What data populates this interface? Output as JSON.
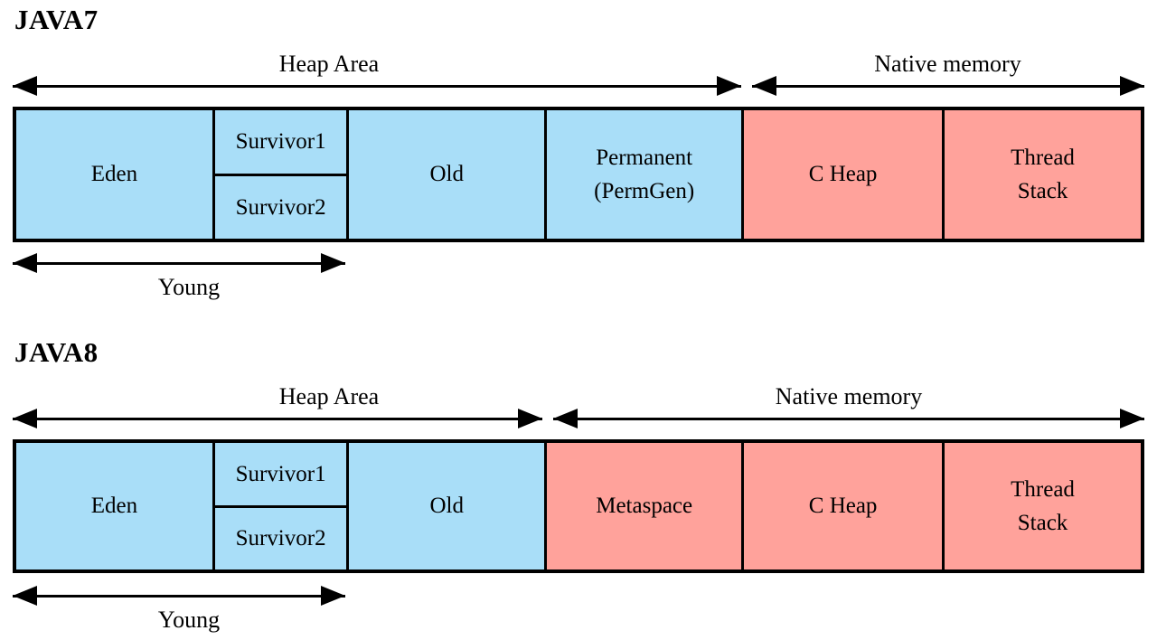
{
  "colors": {
    "heap_fill": "#a9def8",
    "native_fill": "#ffa29b",
    "line": "#000000",
    "background": "#ffffff",
    "text": "#000000"
  },
  "java7": {
    "title": "JAVA7",
    "heap_area_label": "Heap Area",
    "native_memory_label": "Native memory",
    "young_label": "Young",
    "boxes": {
      "eden": {
        "line1": "Eden"
      },
      "survivor1": {
        "line1": "Survivor1"
      },
      "survivor2": {
        "line1": "Survivor2"
      },
      "old": {
        "line1": "Old"
      },
      "permanent": {
        "line1": "Permanent",
        "line2": "(PermGen)"
      },
      "c_heap": {
        "line1": "C Heap"
      },
      "thread_stack": {
        "line1": "Thread",
        "line2": "Stack"
      }
    }
  },
  "java8": {
    "title": "JAVA8",
    "heap_area_label": "Heap Area",
    "native_memory_label": "Native memory",
    "young_label": "Young",
    "boxes": {
      "eden": {
        "line1": "Eden"
      },
      "survivor1": {
        "line1": "Survivor1"
      },
      "survivor2": {
        "line1": "Survivor2"
      },
      "old": {
        "line1": "Old"
      },
      "metaspace": {
        "line1": "Metaspace"
      },
      "c_heap": {
        "line1": "C Heap"
      },
      "thread_stack": {
        "line1": "Thread",
        "line2": "Stack"
      }
    }
  }
}
